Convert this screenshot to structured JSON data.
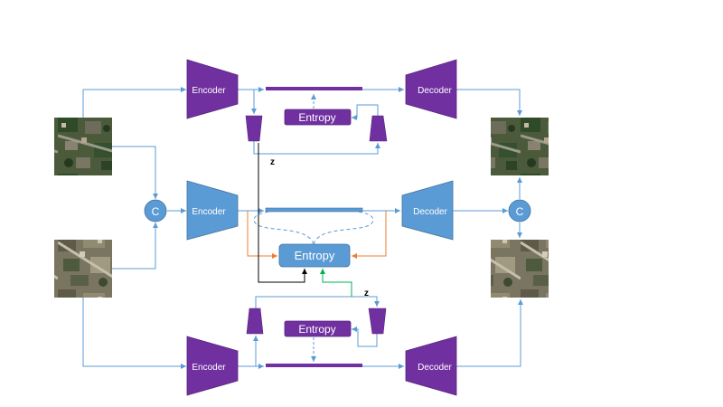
{
  "encoders": {
    "top": "Encoder",
    "middle": "Encoder",
    "bottom": "Encoder"
  },
  "decoders": {
    "top": "Decoder",
    "middle": "Decoder",
    "bottom": "Decoder"
  },
  "entropy": {
    "top": "Entropy",
    "middle": "Entropy",
    "bottom": "Entropy"
  },
  "concat": {
    "left": "C",
    "right": "C"
  },
  "z_labels": {
    "top": "z",
    "bottom": "z"
  },
  "colors": {
    "purple": "#7030A0",
    "blue": "#5B9BD5",
    "line_blue": "#5B9BD5",
    "orange": "#ED7D31",
    "green": "#00B050",
    "black": "#000000"
  },
  "images": {
    "top_left": "satellite-image-1",
    "bottom_left": "satellite-image-2",
    "top_right": "reconstructed-image-1",
    "bottom_right": "reconstructed-image-2"
  }
}
